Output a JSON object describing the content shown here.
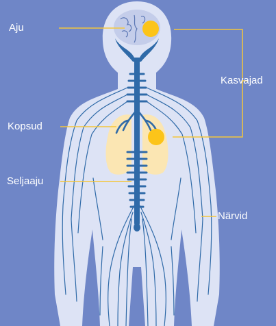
{
  "labels": {
    "brain": "Aju",
    "lungs": "Kopsud",
    "spine": "Seljaaju",
    "tumors": "Kasvajad",
    "nerves": "Närvid"
  },
  "colors": {
    "background": "#6f86c7",
    "body": "#dde3f5",
    "nerve": "#2f6aa8",
    "brain": "#c4cdea",
    "lung": "#fbe6b3",
    "tumor": "#fcc419",
    "leader": "#f4c63b",
    "text": "#ffffff"
  }
}
